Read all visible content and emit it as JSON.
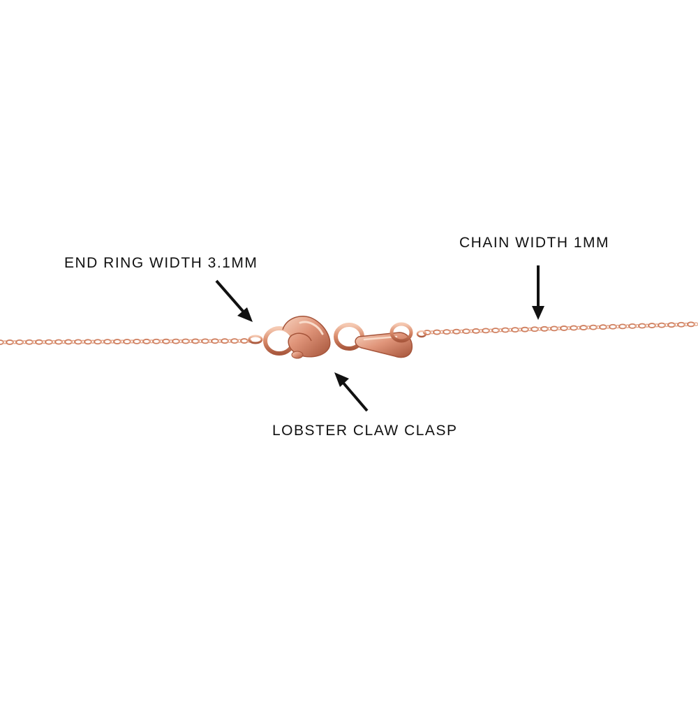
{
  "annotations": {
    "end_ring": "END RING WIDTH 3.1MM",
    "chain_width": "CHAIN WIDTH 1MM",
    "clasp": "LOBSTER CLAW CLASP"
  },
  "colors": {
    "background": "#ffffff",
    "metal": "#d98a6a",
    "metal_dark": "#b8664a",
    "metal_light": "#f2c0a6",
    "text": "#111111"
  },
  "icons": {
    "arrow": "arrow-icon"
  }
}
